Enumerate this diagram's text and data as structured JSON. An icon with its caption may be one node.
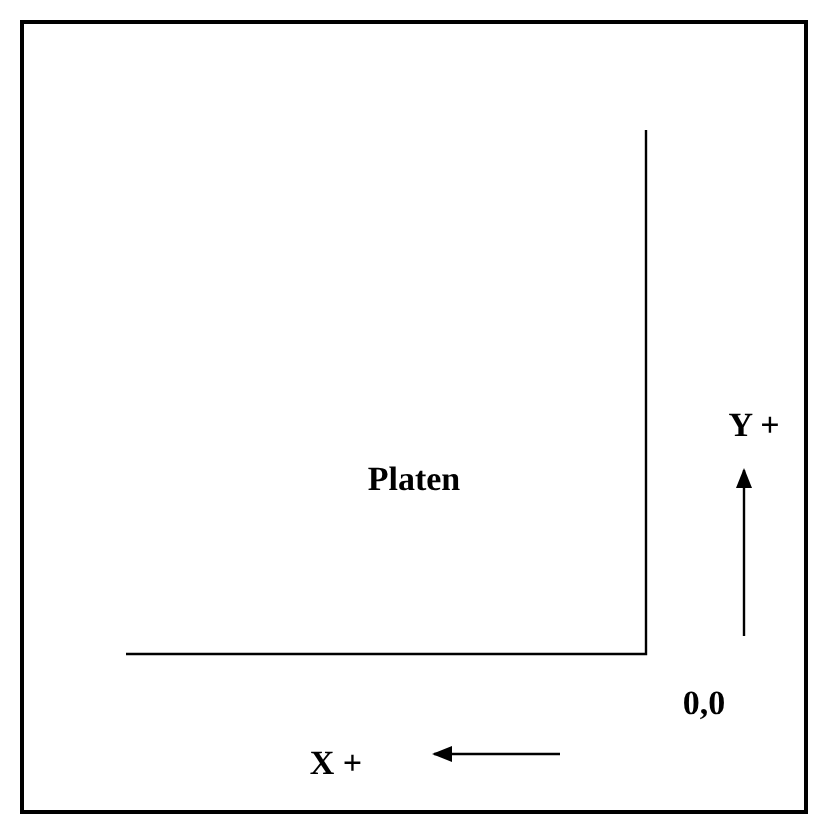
{
  "diagram": {
    "labels": [
      "Platen",
      "Y +",
      "0,0",
      "X +"
    ]
  }
}
